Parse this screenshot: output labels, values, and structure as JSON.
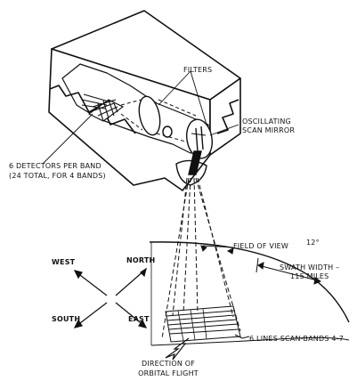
{
  "labels": {
    "filters": "FILTERS",
    "scan_mirror_1": "OSCILLATING",
    "scan_mirror_2": "SCAN MIRROR",
    "detectors_1": "6 DETECTORS PER BAND",
    "detectors_2": "(24 TOTAL, FOR 4 BANDS)",
    "field_of_view": "FIELD OF VIEW",
    "fov_angle": "12°",
    "swath_1": "SWATH WIDTH –",
    "swath_2": "115 MILES",
    "lines_scan": "6 LINES SCAN-BANDS 4-7",
    "direction_1": "DIRECTION OF",
    "direction_2": "ORBITAL FLIGHT"
  },
  "compass": {
    "west": "WEST",
    "north": "NORTH",
    "south": "SOUTH",
    "east": "EAST"
  }
}
